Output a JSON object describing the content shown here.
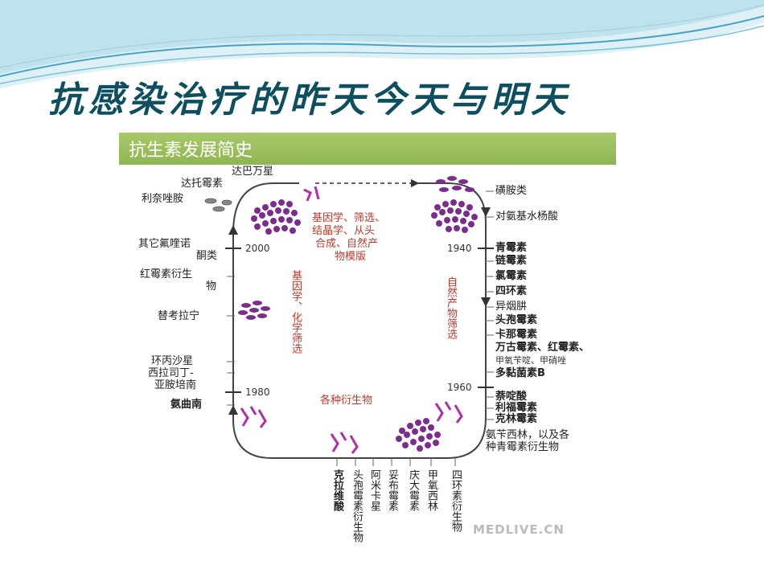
{
  "slide_title": "抗感染治疗的昨天今天与明天",
  "diagram": {
    "header": "抗生素发展简史",
    "years": {
      "y2000": "2000",
      "y1940": "1940",
      "y1980": "1980",
      "y1960": "1960"
    },
    "left_labels": {
      "dabawanxing": "达巴万星",
      "datuomeisu": "达托霉素",
      "linaizuoan": "利奈唑胺",
      "qitafutong_1": "其它氟喹诺",
      "qitafutong_2": "酮类",
      "hongmeisu_1": "红霉素衍生",
      "hongmeisu_2": "物",
      "tikaolaning": "替考拉宁",
      "huanbingshaxing": "环丙沙星",
      "xilasiding_1": "西拉司丁-",
      "xilasiding_2": "亚胺培南",
      "anqunan": "氨曲南"
    },
    "right_labels": {
      "huangan": "磺胺类",
      "duianji": "对氨基水杨酸",
      "qingmeisu": "青霉素",
      "lianmeisu": "链霉素",
      "lvmeisu": "氯霉素",
      "sihuansu": "四环素",
      "yiyanjing": "异烟肼",
      "toubao": "头孢霉素",
      "kanamei": "卡那霉素",
      "wangu_line1": "万古霉素、红霉素、",
      "wangu_line2": "甲氧苄啶、甲硝唑",
      "duonian": "多黏菌素B",
      "naiding": "萘啶酸",
      "lifu": "利福霉素",
      "kelin": "克林霉素",
      "anbian_1": "氨苄西林，以及各",
      "anbian_2": "种青霉素衍生物"
    },
    "inner_labels": {
      "top_line1": "基因学、筛选、",
      "top_line2": "结晶学、从头",
      "top_line3": "合成、自然产",
      "top_line4": "物模版",
      "left_vertical": "基因学、化学筛选",
      "right_vertical": "自然产物筛选",
      "bottom": "各种衍生物"
    },
    "bottom_labels": {
      "kelawei": "克拉维酸",
      "toubao_yansheng": "头孢霉素衍生物",
      "abukamei": "阿米卡星",
      "dabuka": "妥布霉素",
      "qingdamei": "庆大霉素",
      "jiayang": "甲氧西林",
      "sihuan_yansheng": "四环素衍生物"
    },
    "watermark": "MEDLIVE.CN"
  },
  "colors": {
    "title": "#0d4f5e",
    "banner": "#9bbf5e",
    "bacteria": "#7b2d8e",
    "inner_text": "#c0392b",
    "wave_dark": "#4aa3c4",
    "wave_light": "#b9dfe9"
  }
}
